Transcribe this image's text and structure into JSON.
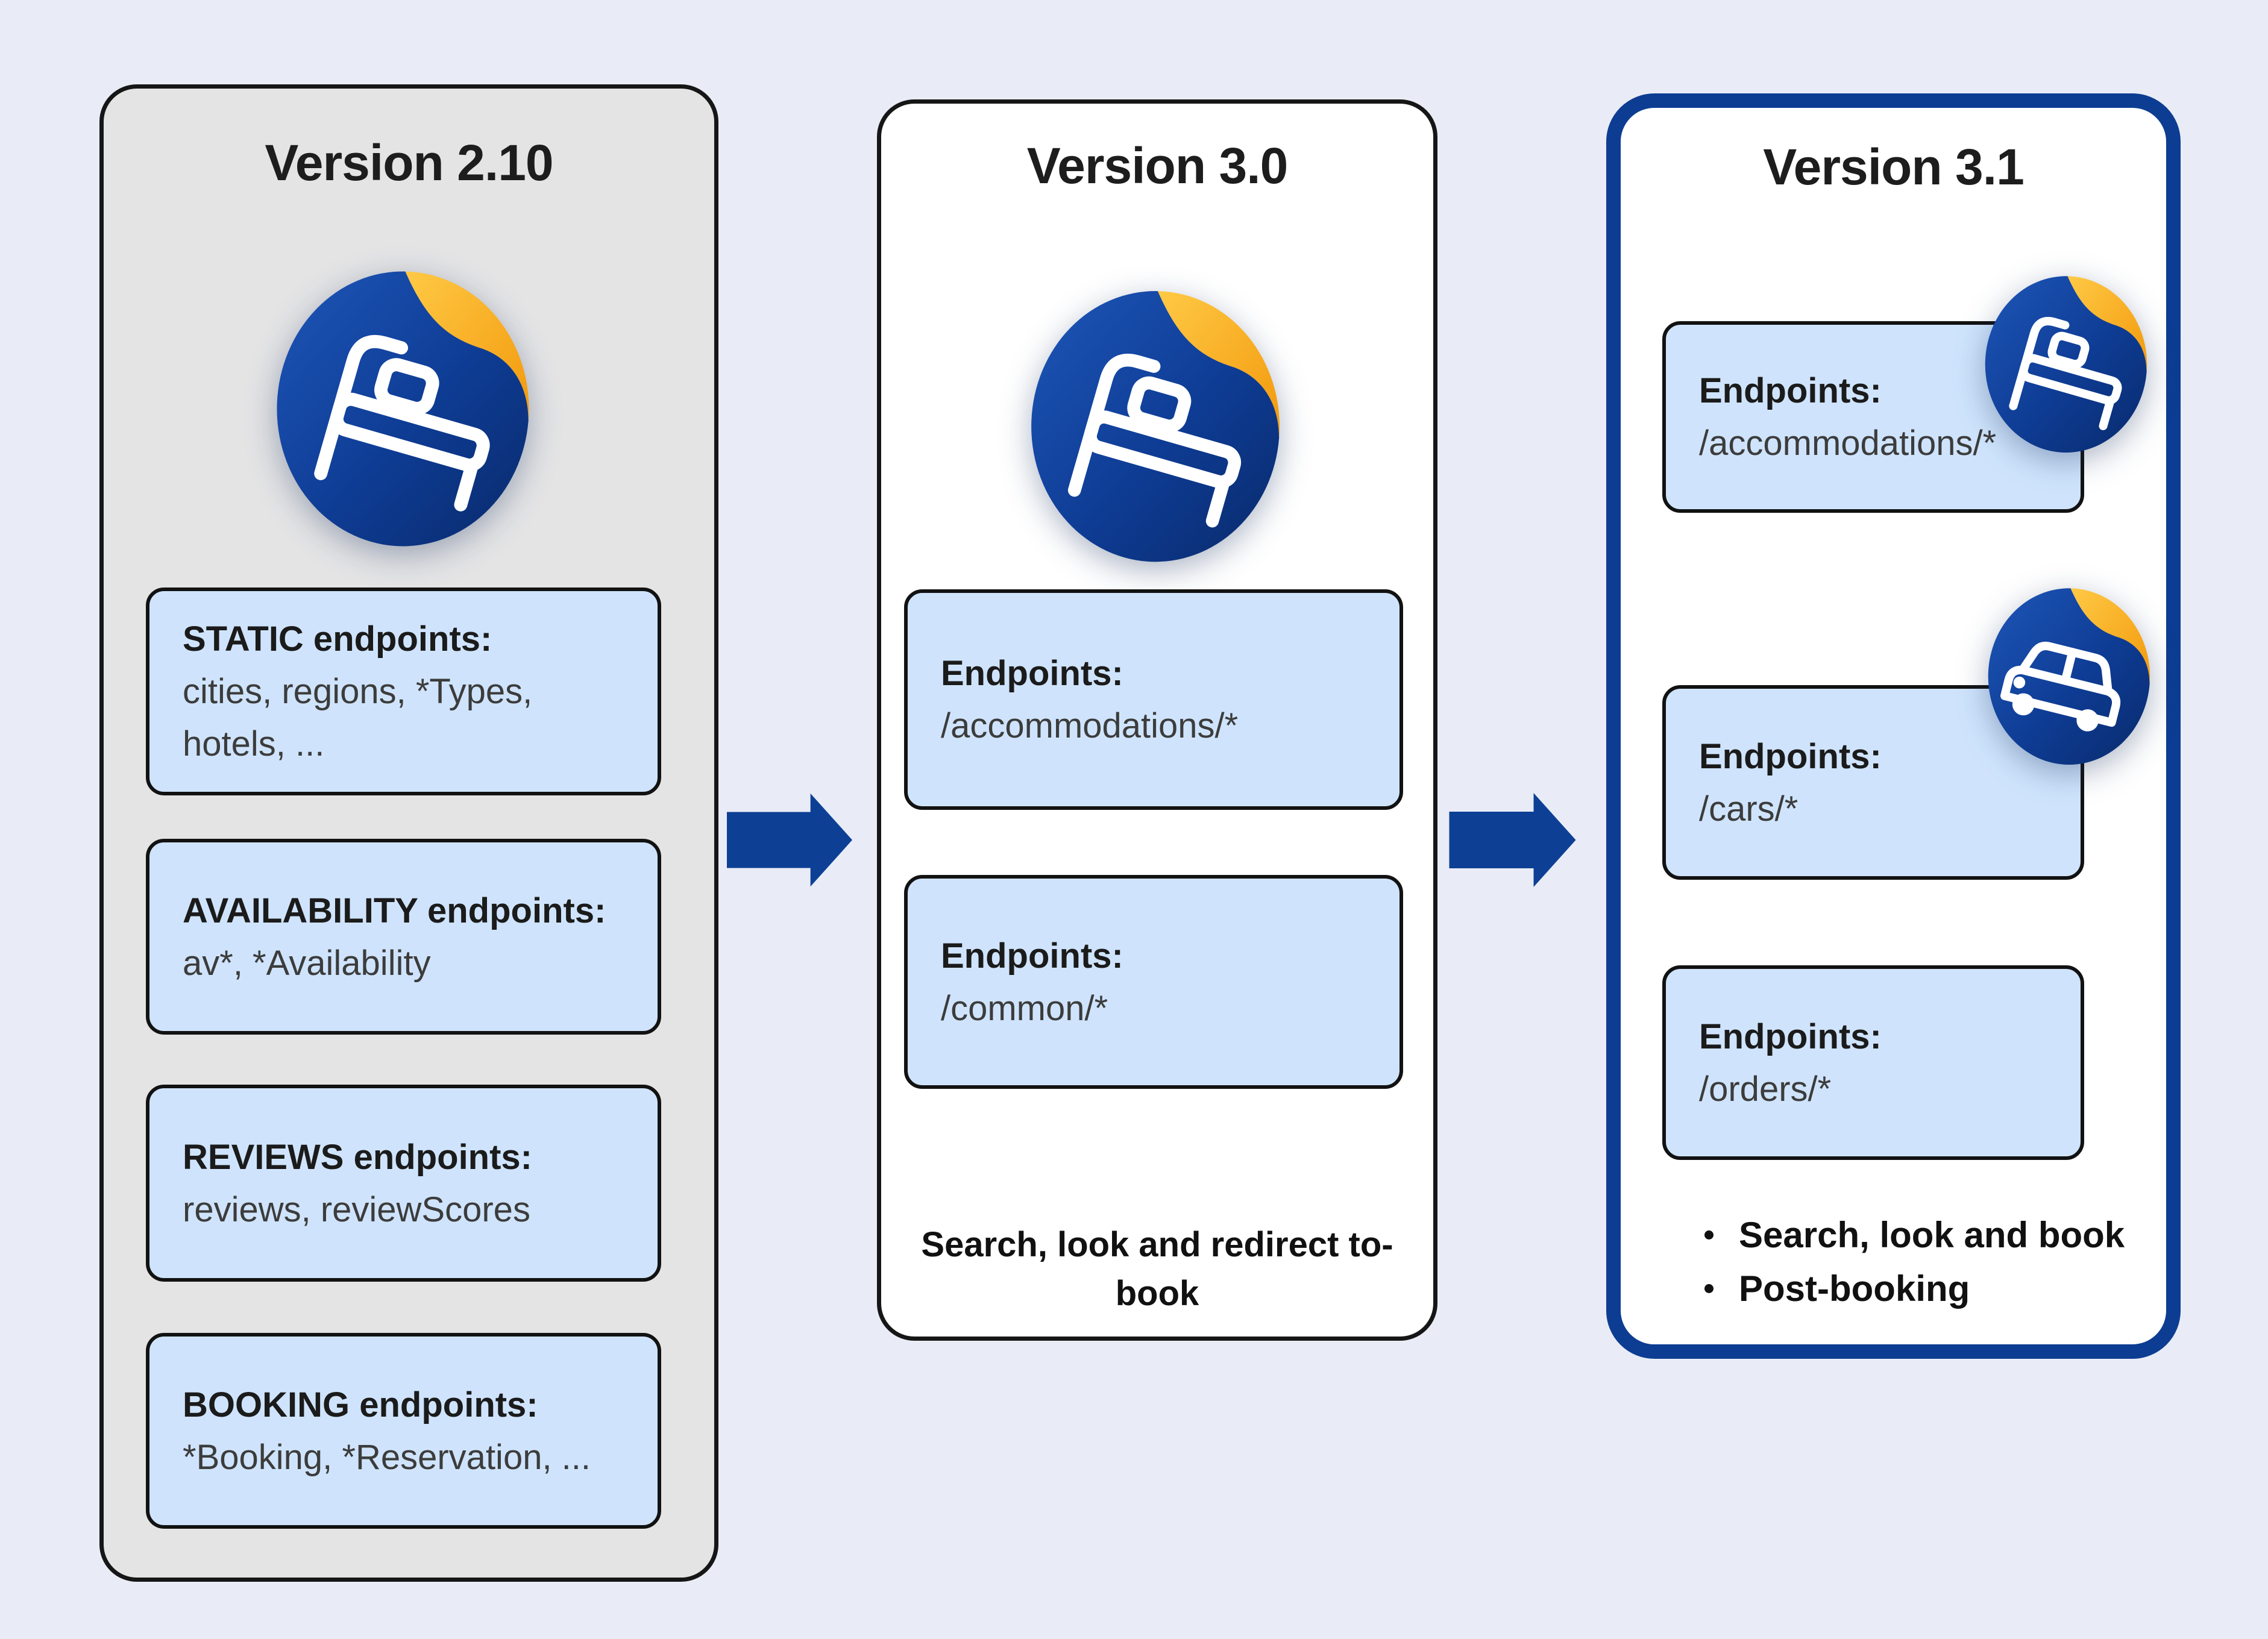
{
  "colors": {
    "background": "#e9ecf6",
    "panel_gray_bg": "#e4e4e5",
    "panel_white_bg": "#ffffff",
    "outline_dark": "#161616",
    "accent_blue": "#0d3d92",
    "box_blue_bg": "#cfe4fc",
    "sticker_blue": "#0e3c94",
    "sticker_yellow": "#fbb324",
    "title_text": "#1d1d1d",
    "body_text": "#3c3c3c"
  },
  "panels": [
    {
      "title": "Version 2.10",
      "sticker": "bed-sticker",
      "boxes": [
        {
          "heading": "STATIC endpoints:",
          "body": "cities, regions, *Types, hotels, ..."
        },
        {
          "heading": "AVAILABILITY endpoints:",
          "body": "av*, *Availability"
        },
        {
          "heading": "REVIEWS endpoints:",
          "body": "reviews, reviewScores"
        },
        {
          "heading": "BOOKING endpoints:",
          "body": "*Booking, *Reservation, ..."
        }
      ]
    },
    {
      "title": "Version 3.0",
      "sticker": "bed-sticker",
      "boxes": [
        {
          "heading": "Endpoints:",
          "body": "/accommodations/*"
        },
        {
          "heading": "Endpoints:",
          "body": "/common/*"
        }
      ],
      "footer": "Search, look and redirect to-book"
    },
    {
      "title": "Version 3.1",
      "boxes": [
        {
          "heading": "Endpoints:",
          "body": "/accommodations/*",
          "sticker": "bed-sticker"
        },
        {
          "heading": "Endpoints:",
          "body": "/cars/*",
          "sticker": "car-sticker"
        },
        {
          "heading": "Endpoints:",
          "body": "/orders/*"
        }
      ],
      "bullets": [
        "Search, look and book",
        "Post-booking"
      ]
    }
  ]
}
